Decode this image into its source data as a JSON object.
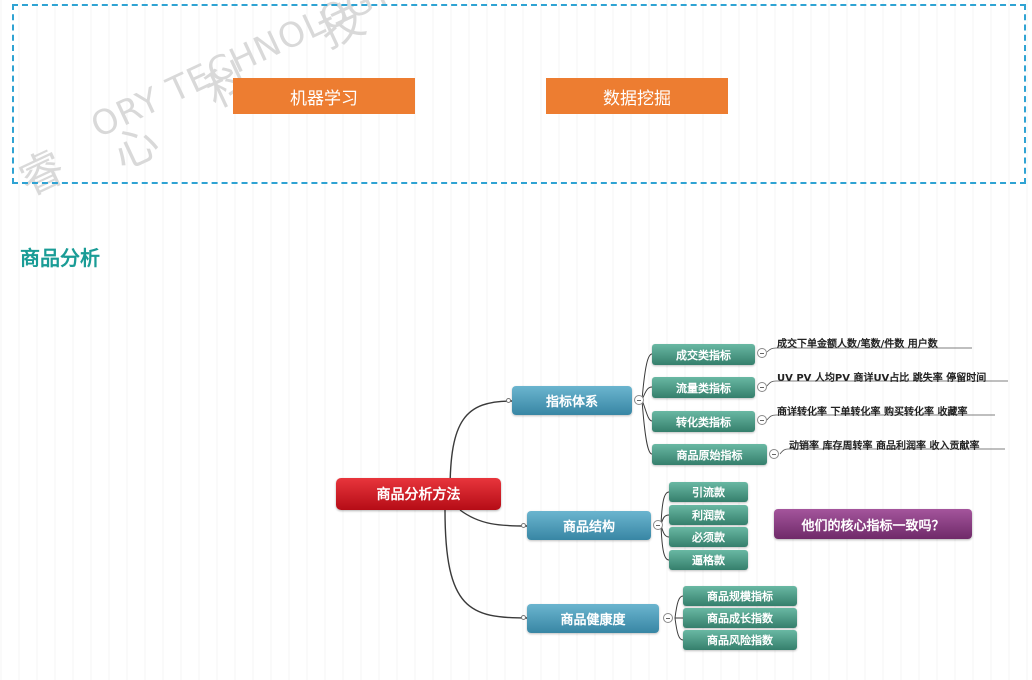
{
  "watermark": {
    "chars": [
      "睿",
      "心",
      "科",
      "技"
    ],
    "text": "ORY TECHNOLOGY"
  },
  "top_tags": [
    "机器学习",
    "数据挖掘"
  ],
  "heading": "商品分析",
  "mindmap": {
    "root": "商品分析方法",
    "branches": [
      {
        "label": "指标体系",
        "children": [
          {
            "label": "成交类指标",
            "leaf": "成交下单金额人数/笔数/件数  用户数"
          },
          {
            "label": "流量类指标",
            "leaf": "UV  PV  人均PV  商详UV占比  跳失率  停留时间"
          },
          {
            "label": "转化类指标",
            "leaf": "商详转化率  下单转化率  购买转化率  收藏率"
          },
          {
            "label": "商品原始指标",
            "leaf": "动销率  库存周转率  商品利润率  收入贡献率"
          }
        ]
      },
      {
        "label": "商品结构",
        "children": [
          "引流款",
          "利润款",
          "必须款",
          "逼格款"
        ]
      },
      {
        "label": "商品健康度",
        "children": [
          "商品规模指标",
          "商品成长指数",
          "商品风险指数"
        ]
      }
    ],
    "question": "他们的核心指标一致吗？"
  }
}
